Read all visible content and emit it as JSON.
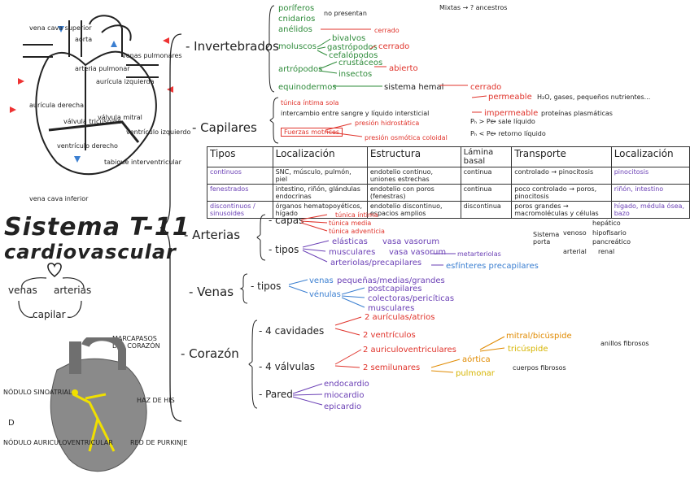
{
  "title_line1": "Sistema T-11",
  "title_line2": "cardiovascular",
  "circle": {
    "venas": "venas",
    "arterias": "arterias",
    "capilar": "capilar"
  },
  "invertebrados": {
    "label": "- Invertebrados",
    "poriferos": "poríferos",
    "cnidarios": "cnidarios",
    "no_presentan": "no presentan",
    "anelidos": "anélidos",
    "cerrado1": "cerrado",
    "moluscos": "moluscos",
    "bivalvos": "bivalvos",
    "gastropodos": "gastrópodos",
    "cefalopodos": "cefalópodos",
    "cerrado2": "cerrado",
    "artropodos": "artrópodos",
    "crustaceos": "crustáceos",
    "insectos": "insectos",
    "abierto": "abierto",
    "equinodermos": "equinodermos",
    "sistema_hemal": "sistema hemal",
    "cerrado3": "cerrado",
    "mixtos_note": "Mixtas → ? ancestros"
  },
  "capilares": {
    "label": "- Capilares",
    "tunica": "túnica íntima sola",
    "intercambio": "intercambio entre sangre y líquido intersticial",
    "permeable": "permeable",
    "permeable_note": "H₂O, gases, pequeños nutrientes...",
    "impermeable": "impermeable",
    "impermeable_note": "proteínas plasmáticas",
    "fuerzas": "Fuerzas motrices",
    "presion_hidro": "presión hidrostática",
    "presion_osm": "presión osmótica coloidal",
    "ph_pc1": "Pₕ > Pc",
    "sale": "→ sale líquido",
    "ph_pc2": "Pₕ < Pc",
    "retorno": "→ retorno líquido"
  },
  "table": {
    "headers": [
      "Tipos",
      "Localización",
      "Estructura",
      "Lámina basal",
      "Transporte",
      "Localización"
    ],
    "rows": [
      [
        "continuos",
        "SNC, músculo, pulmón, piel",
        "endotelio continuo, uniones estrechas",
        "continua",
        "controlado → pinocitosis",
        "pinocitosis"
      ],
      [
        "fenestrados",
        "intestino, riñón, glándulas endocrinas",
        "endotelio con poros (fenestras)",
        "continua",
        "poco controlado → poros, pinocitosis",
        "riñón, intestino"
      ],
      [
        "discontinuos / sinusoides",
        "órganos hematopoyéticos, hígado",
        "endotelio discontinuo, espacios amplios",
        "discontinua",
        "poros grandes → macromoléculas y células",
        "hígado, médula ósea, bazo"
      ]
    ]
  },
  "arterias": {
    "label": "- Arterias",
    "capas": "- capas",
    "intima": "túnica íntima",
    "media": "túnica media",
    "adventicia": "túnica adventicia",
    "tipos": "- tipos",
    "elasticas": "elásticas",
    "vasa1": "vasa vasorum",
    "musculares": "musculares",
    "vasa2": "vasa vasorum",
    "metarteriolas": "metarteriolas",
    "arteriolas": "arteriolas/precapilares",
    "esfinteres": "esfínteres precapilares",
    "sistema_porta": "Sistema porta",
    "venoso": "venoso",
    "hepatico": "hepático",
    "hipofisario": "hipofisario",
    "pancreatico": "pancreático",
    "arterial": "arterial",
    "renal": "renal"
  },
  "venas": {
    "label": "- Venas",
    "tipos": "- tipos",
    "venas": "venas",
    "venas_det": "pequeñas/medias/grandes",
    "venulas": "vénulas",
    "postcapilares": "postcapilares",
    "colectoras": "colectoras/pericíticas",
    "musculares": "musculares"
  },
  "corazon": {
    "label": "- Corazón",
    "cavidades": "- 4 cavidades",
    "auriculas": "2 aurículas/atrios",
    "ventriculos": "2 ventrículos",
    "valvulas": "- 4 válvulas",
    "aurvent": "2 auriculoventriculares",
    "mitral": "mitral/bicúspide",
    "tricuspide": "tricúspide",
    "anillos": "anillos fibrosos",
    "semilunares": "2 semilunares",
    "aortica": "aórtica",
    "pulmonar": "pulmonar",
    "cuerpos": "cuerpos fibrosos",
    "pared": "- Pared",
    "endocardio": "endocardio",
    "miocardio": "miocardio",
    "epicardio": "epicardio",
    "marcapasos": "MARCAPASOS DEL CORAZÓN"
  },
  "heart_labels": {
    "vena_cava_sup": "vena cava superior",
    "aorta": "aorta",
    "arteria_pulmonar": "arteria pulmonar",
    "vena_pulmonar": "venas pulmonares",
    "auricula_der": "aurícula derecha",
    "auricula_izq": "aurícula izquierda",
    "valvula_tric": "válvula tricúspide",
    "valvula_mitral": "válvula mitral",
    "ventriculo_der": "ventrículo derecho",
    "ventriculo_izq": "ventrículo izquierdo",
    "tabique": "tabique interventricular",
    "vena_cava_inf": "vena cava inferior",
    "nodulo_sinusal": "NÓDULO SINOATRIAL",
    "nodulo_av": "NÓDULO AURICULOVENTRICULAR",
    "haz_his": "HAZ DE HIS",
    "purkinje": "RED DE PURKINJE",
    "d": "D"
  }
}
